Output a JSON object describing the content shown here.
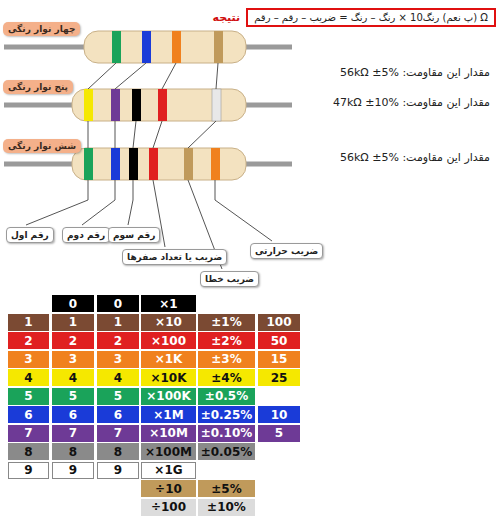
{
  "diagram": {
    "nodes": [
      {
        "text": [
          "چهار نوار رنگی"
        ]
      },
      {
        "text": [
          "پنج نوار رنگی"
        ]
      },
      {
        "text": [
          "شش نوار رنگی"
        ]
      },
      {
        "text": [
          "نتیجه",
          "Ω (پ نعم) رنگ10 × رنگ – رنگ = ضریب – رقم – رقم"
        ]
      },
      {
        "text": [
          "رقم اول"
        ]
      },
      {
        "text": [
          "رقم دوم"
        ]
      },
      {
        "text": [
          "رقم سوم"
        ]
      },
      {
        "text": [
          "ضریب یا تعداد صفرها"
        ]
      },
      {
        "text": [
          "ضریب خطا"
        ]
      },
      {
        "text": [
          "ضریب حرارتی"
        ]
      },
      {
        "text": [
          "0"
        ]
      },
      {
        "text": [
          "0"
        ]
      },
      {
        "text": [
          "×1"
        ]
      },
      {
        "text": [
          "1"
        ]
      },
      {
        "text": [
          "1"
        ]
      },
      {
        "text": [
          "1"
        ]
      },
      {
        "text": [
          "×10"
        ]
      },
      {
        "text": [
          "±1%"
        ]
      },
      {
        "text": [
          "100"
        ]
      },
      {
        "text": [
          "2"
        ]
      },
      {
        "text": [
          "2"
        ]
      },
      {
        "text": [
          "2"
        ]
      },
      {
        "text": [
          "×100"
        ]
      },
      {
        "text": [
          "±2%"
        ]
      },
      {
        "text": [
          "50"
        ]
      },
      {
        "text": [
          "3"
        ]
      },
      {
        "text": [
          "3"
        ]
      },
      {
        "text": [
          "3"
        ]
      },
      {
        "text": [
          "×1K"
        ]
      },
      {
        "text": [
          "±3%"
        ]
      },
      {
        "text": [
          "15"
        ]
      },
      {
        "text": [
          "4"
        ]
      },
      {
        "text": [
          "4"
        ]
      },
      {
        "text": [
          "4"
        ]
      },
      {
        "text": [
          "×10K"
        ]
      },
      {
        "text": [
          "±4%"
        ]
      },
      {
        "text": [
          "25"
        ]
      },
      {
        "text": [
          "5"
        ]
      },
      {
        "text": [
          "5"
        ]
      },
      {
        "text": [
          "5"
        ]
      },
      {
        "text": [
          "×100K"
        ]
      },
      {
        "text": [
          "±0.5%"
        ]
      },
      {
        "text": [
          "6"
        ]
      },
      {
        "text": [
          "6"
        ]
      },
      {
        "text": [
          "6"
        ]
      },
      {
        "text": [
          "×1M"
        ]
      },
      {
        "text": [
          "±0.25%"
        ]
      },
      {
        "text": [
          "10"
        ]
      },
      {
        "text": [
          "7"
        ]
      },
      {
        "text": [
          "7"
        ]
      },
      {
        "text": [
          "7"
        ]
      },
      {
        "text": [
          "×10M"
        ]
      },
      {
        "text": [
          "±0.10%"
        ]
      },
      {
        "text": [
          "5"
        ]
      },
      {
        "text": [
          "8"
        ]
      },
      {
        "text": [
          "8"
        ]
      },
      {
        "text": [
          "8"
        ]
      },
      {
        "text": [
          "×100M"
        ]
      },
      {
        "text": [
          "±0.05%"
        ]
      },
      {
        "text": [
          "9"
        ]
      },
      {
        "text": [
          "9"
        ]
      },
      {
        "text": [
          "9"
        ]
      },
      {
        "text": [
          "×1G"
        ]
      },
      {
        "text": [
          "÷10"
        ]
      },
      {
        "text": [
          "±5%"
        ]
      },
      {
        "text": [
          "÷100"
        ]
      },
      {
        "text": [
          "±10%"
        ]
      }
    ],
    "labels": [
      "مقدار این مقاومت: 56kΩ ±5%",
      "مقدار این مقاومت: 47kΩ ±10%",
      "مقدار این مقاومت: 56kΩ ±5%"
    ]
  }
}
